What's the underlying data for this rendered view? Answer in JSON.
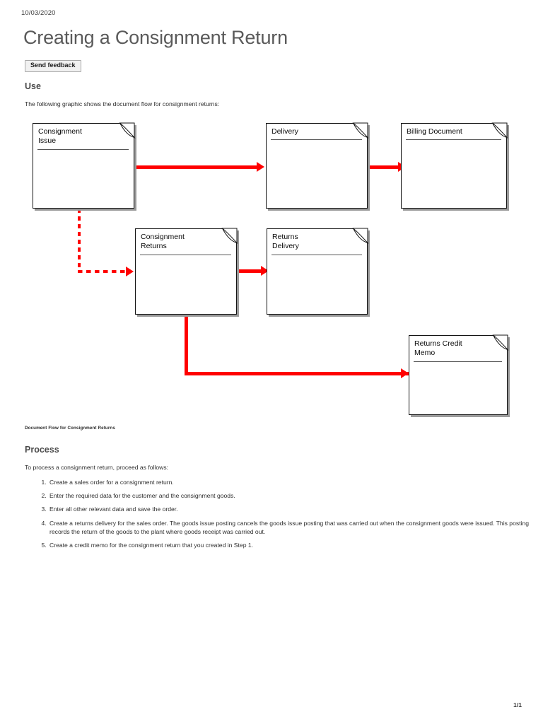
{
  "header": {
    "date": "10/03/2020",
    "title": "Creating a Consignment Return",
    "feedback_button": "Send feedback"
  },
  "sections": {
    "use_heading": "Use",
    "use_intro": "The following graphic shows the document flow for consignment returns:",
    "process_heading": "Process",
    "process_intro": "To process a consignment return, proceed as follows:"
  },
  "figure": {
    "caption": "Document Flow for Consignment Returns",
    "accent_color": "#ff0000",
    "nodes": [
      {
        "id": "consignment-issue",
        "label": "Consignment\nIssue",
        "line1": "Consignment",
        "line2": "Issue"
      },
      {
        "id": "delivery",
        "label": "Delivery",
        "line1": "Delivery",
        "line2": ""
      },
      {
        "id": "billing-document",
        "label": "Billing Document",
        "line1": "Billing  Document",
        "line2": ""
      },
      {
        "id": "consignment-returns",
        "label": "Consignment\nReturns",
        "line1": "Consignment",
        "line2": "Returns"
      },
      {
        "id": "returns-delivery",
        "label": "Returns\nDelivery",
        "line1": "Returns",
        "line2": "Delivery"
      },
      {
        "id": "returns-credit-memo",
        "label": "Returns Credit\nMemo",
        "line1": "Returns  Credit",
        "line2": "Memo"
      }
    ],
    "edges": [
      {
        "from": "consignment-issue",
        "to": "delivery",
        "style": "solid"
      },
      {
        "from": "delivery",
        "to": "billing-document",
        "style": "solid"
      },
      {
        "from": "consignment-issue",
        "to": "consignment-returns",
        "style": "dashed"
      },
      {
        "from": "consignment-returns",
        "to": "returns-delivery",
        "style": "solid"
      },
      {
        "from": "consignment-returns",
        "to": "returns-credit-memo",
        "style": "solid"
      }
    ]
  },
  "steps": [
    "Create a sales order for a consignment return.",
    "Enter the required data for the customer and the consignment goods.",
    "Enter all other relevant data and save the order.",
    "Create a returns delivery for the sales order. The goods issue posting cancels the goods issue posting that was carried out when the consignment goods were issued. This posting records the return of the goods to the plant where goods receipt was carried out.",
    "Create a credit memo for the consignment return that you created in Step 1."
  ],
  "footer": {
    "page_number": "1/1"
  }
}
